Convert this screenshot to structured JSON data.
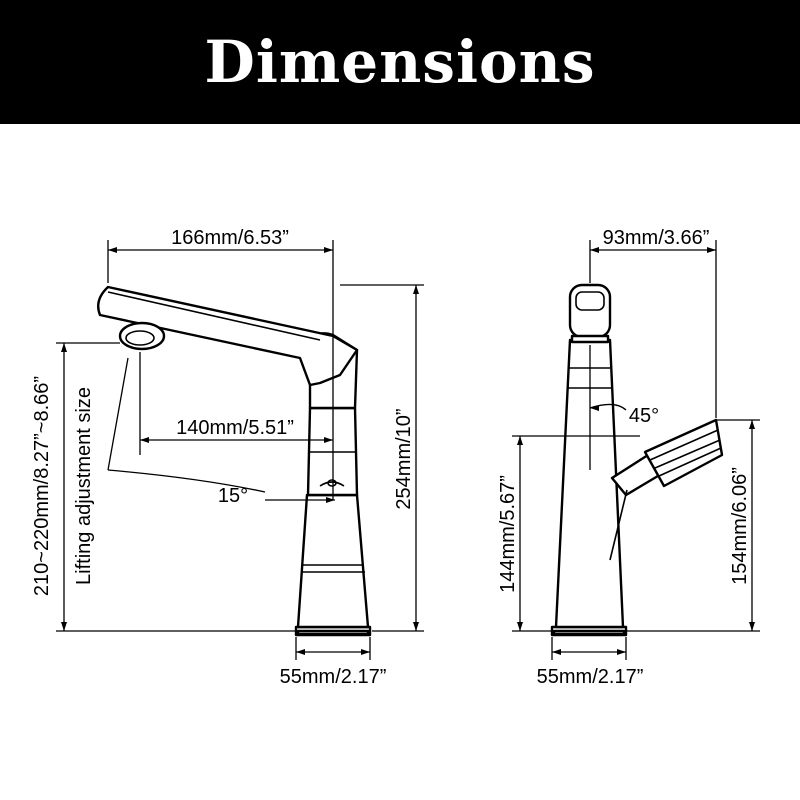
{
  "title": "Dimensions",
  "colors": {
    "banner": "#000000",
    "title": "#ffffff",
    "lines": "#000000",
    "background": "#ffffff"
  },
  "side_view": {
    "top_width": "166mm/6.53”",
    "spout_reach": "140mm/5.51”",
    "angle": "15°",
    "height": "254mm/10”",
    "lift_range": "210~220mm/8.27”~8.66”",
    "lift_caption": "Lifting adjustment size",
    "base_width": "55mm/2.17”"
  },
  "front_view": {
    "top_width": "93mm/3.66”",
    "angle": "45°",
    "left_height": "144mm/5.67”",
    "right_height": "154mm/6.06”",
    "base_width": "55mm/2.17”"
  }
}
